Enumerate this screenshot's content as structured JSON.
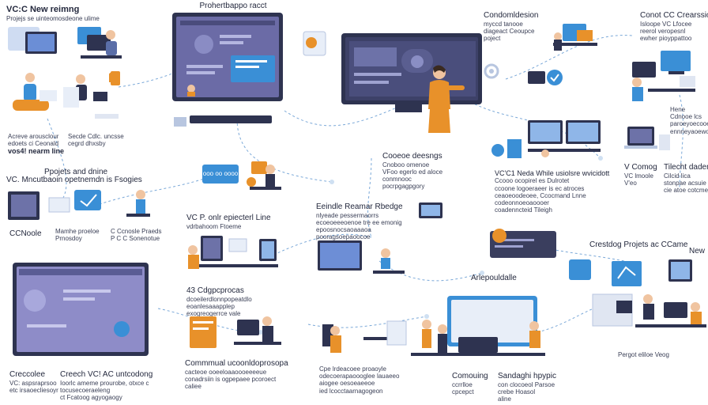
{
  "title": {
    "line1": "VC:C New reimng",
    "line2": "Projejs se uinteomosdeone ulime"
  },
  "top_center": {
    "title": "Prohertbappo racct"
  },
  "top_right_a": {
    "title": "Condomldesion",
    "line1": "myccd tanooe",
    "line2": "diageact Ceoupce",
    "line3": "poject"
  },
  "top_right_b": {
    "title": "Conot CC Crearssion",
    "line1": "Isloope VC Lfocee",
    "line2": "reerol veropesnl",
    "line3": "ewher pioyppattoo"
  },
  "left_a": {
    "line1": "Acreve arousclour",
    "line2": "edoets ci Ceonald",
    "line3": "vos4! nearm line"
  },
  "left_b": {
    "line1": "Secde Cdlc. uncsse",
    "line2": "cegrd dhxsby"
  },
  "mid_left": {
    "title": "Ppojets and dnine",
    "subtitle": "VC. Mncutbaoin opetnemdn is Fsogies"
  },
  "code_badge": {
    "text": "ooo oo oooo"
  },
  "right_note": {
    "line1": "Hene",
    "line2": "Cdnooe lcs",
    "line3": "paroeyoecooe",
    "line4": "ennneyaoewoe"
  },
  "center_code": {
    "title": "Cooeoe deesngs",
    "line1": "Cnoboo omenoe",
    "line2": "VFoo egerlo ed aloce",
    "line3": "conmnooc",
    "line4": "pocrpgagpgory"
  },
  "vcn_note": {
    "title": "VC'C1 Neda While usiolsre wvicidott",
    "line1": "Ccooo ocopirel es Dulrotet",
    "line2": "ccoone logoeraeer is ec atroces",
    "line3": "ceaoeoodeoee, Ccocmand Lnne",
    "line4": "codeonnoeoaoooer",
    "line5": "coadenncteid Tileigh"
  },
  "vcomog": {
    "title": "V Comog",
    "line1": "VC lmoole",
    "line2": "V'eo"
  },
  "tilecht": {
    "title": "Tilecht dadem",
    "line1": "Cilcid lica",
    "line2": "stonpae acsuie",
    "line3": "cie atoe cotcme"
  },
  "left_c": {
    "title": "CCNoole",
    "label": "Mamhe proeloe",
    "label2": "Prnosdoy"
  },
  "left_d": {
    "line1": "C Ccnosle Praeds",
    "line2": "P C C Sonenotue"
  },
  "vcp": {
    "title": "VC P. onlr epiecterl Line",
    "line1": "vdrbahoom Ftoeme"
  },
  "kindle": {
    "title": "Eeindle Reamar Rbedge",
    "line1": "nlyeade pessermaorrs",
    "line2": "ecoeoeeeoenoe tre ee emonig",
    "line3": "epoosnocsaoaaaoa",
    "line4": "pooragsoepaoocoe"
  },
  "creating": {
    "title": "Crestdog Projets ac CCame",
    "badge": "New"
  },
  "arle": {
    "title": "Arlepouldalle"
  },
  "cagpo": {
    "title": "43 Cdgpcprocas",
    "line1": "dcoeilerdlonnpopeatdlo",
    "line2": "eoanlesaaapplep",
    "line3": "exogreogerrce vale"
  },
  "command": {
    "title": "Commmual ucoonldoprosopa",
    "line1": "cacteoe ooeeloaaoooeeeeue",
    "line2": "conadrsiin is ogpepaee pcoroect",
    "line3": "caliee"
  },
  "bottom_left": {
    "title": "Creccolee",
    "line1": "VC: aspsraprsoo",
    "line2": "etc irsaoecliesoyr"
  },
  "crech": {
    "title": "Creech VC! AC untcodong",
    "line1": "Ioorlc ameme prourobe, otxce c",
    "line2": "tocusecoeraeleng",
    "line3": "ct Fcatoog agyogaogy"
  },
  "bottom_mid": {
    "line1": "Cpe lrdeacoee proaoyle",
    "line2": "odecoerapaoooglee lauaeeo",
    "line3": "aiogee oesoeaeeoe",
    "line4": "ied lcocctaarnagogeon"
  },
  "comouing": {
    "title": "Comouing",
    "line1": "ccrrlloe",
    "line2": "cpcepct"
  },
  "sandagh": {
    "title": "Sandaghi hpypic",
    "line1": "con clocoeol Parsoe",
    "line2": "crebe Hoasol",
    "line3": "aline"
  },
  "bottom_right": {
    "title": "Pergot eliloe Veog"
  },
  "colors": {
    "monitor": "#2e3350",
    "screen": "#6d6fa8",
    "accent_blue": "#3a8fd6",
    "accent_orange": "#e8912a",
    "line": "#7aa8d8"
  },
  "icons": [
    "person-icon",
    "laptop-icon",
    "monitor-icon",
    "gear-icon",
    "chart-icon",
    "code-icon"
  ]
}
